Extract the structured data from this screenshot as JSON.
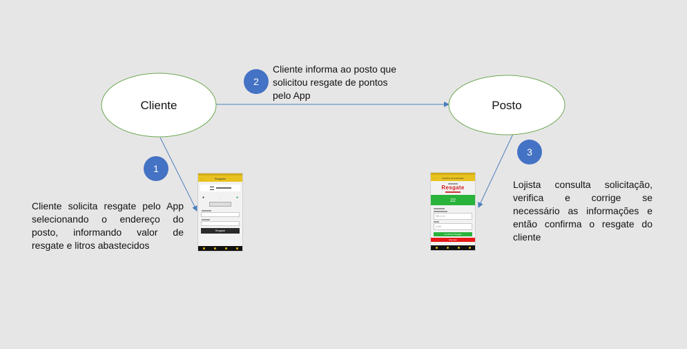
{
  "nodes": {
    "cliente": "Cliente",
    "posto": "Posto"
  },
  "steps": [
    {
      "number": "1",
      "text": [
        "Cliente solicita resgate pelo App",
        "selecionando o endereço do",
        "posto, informando valor de",
        "resgate e litros abastecidos"
      ]
    },
    {
      "number": "2",
      "text": [
        "Cliente informa ao posto que",
        "solicitou resgate de pontos",
        "pelo App"
      ]
    },
    {
      "number": "3",
      "text": [
        "Lojista consulta solicitação,",
        "verifica e corrige se",
        "necessário as informações e",
        "então confirma o resgate do",
        "cliente"
      ]
    }
  ],
  "phone_left": {
    "header": "Resgatar",
    "button_label": "Resgatar"
  },
  "phone_right": {
    "header": "Detalhes da Solicitação",
    "brand": "Resgate",
    "badge_value": "22",
    "field_value_1": "R$ 2,11",
    "field_value_2": "0,55",
    "confirm_label": "Confirmar Resgate",
    "cancel_label": "Recusar"
  },
  "colors": {
    "ellipse_fill": "#ffffff",
    "ellipse_stroke": "#6aa84f",
    "step_circle": "#4472c4",
    "arrow": "#4a7ebb",
    "background": "#e7e6e6"
  }
}
